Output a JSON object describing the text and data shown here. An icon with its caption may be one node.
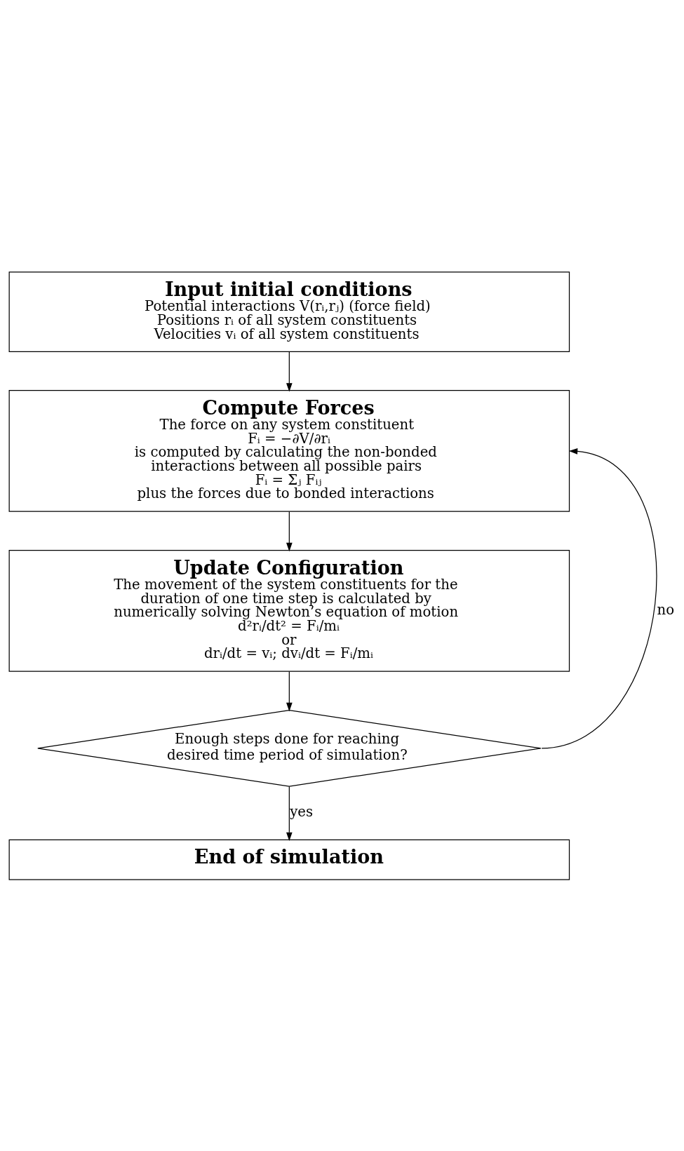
{
  "diagram": {
    "nodes": [
      {
        "text": [
          "Input initial conditions",
          "Potential interactions V(rᵢ,rⱼ) (force field)",
          "Positions rᵢ of all system constituents",
          "Velocities vᵢ of all system constituents"
        ]
      },
      {
        "text": [
          "Compute Forces",
          "The force on any system constituent",
          "Fᵢ = −∂V/∂rᵢ",
          "is computed by calculating the non-bonded interactions between all possible pairs",
          "Fᵢ = Σⱼ Fᵢⱼ",
          "plus the forces due to bonded interactions"
        ]
      },
      {
        "text": [
          "Update Configuration",
          "The movement of the system constituents for the duration of one time step is calculated by numerically solving Newton’s equation of motion",
          "d²rᵢ/dt² = Fᵢ/mᵢ",
          "or",
          "drᵢ/dt = vᵢ; dvᵢ/dt = Fᵢ/mᵢ"
        ]
      },
      {
        "text": [
          "Enough steps done for reaching desired time period of simulation?"
        ]
      },
      {
        "text": [
          "End of simulation"
        ]
      }
    ],
    "edges": [
      {
        "from": 0,
        "to": 1,
        "arrow": "to"
      },
      {
        "from": 1,
        "to": 2,
        "arrow": "to"
      },
      {
        "from": 2,
        "to": 3,
        "arrow": "to"
      },
      {
        "from": 3,
        "to": 1,
        "arrow": "to",
        "label": "no"
      },
      {
        "from": 3,
        "to": 4,
        "arrow": "to",
        "label": "yes"
      }
    ]
  }
}
